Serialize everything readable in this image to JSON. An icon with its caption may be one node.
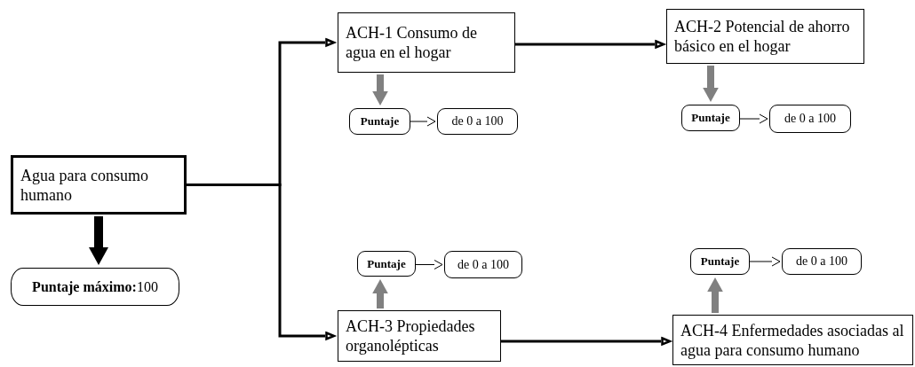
{
  "diagram": {
    "nodes": [
      {
        "text": [
          "Agua para consumo humano"
        ]
      },
      {
        "text": [
          "**Puntaje máximo:**100"
        ]
      },
      {
        "text": [
          "ACH-1 Consumo de agua en el hogar"
        ]
      },
      {
        "text": [
          "Puntaje"
        ]
      },
      {
        "text": [
          "de 0 a 100"
        ]
      },
      {
        "text": [
          "ACH-2 Potencial de ahorro básico en el hogar"
        ]
      },
      {
        "text": [
          "Puntaje"
        ]
      },
      {
        "text": [
          "de 0 a 100"
        ]
      },
      {
        "text": [
          "Puntaje"
        ]
      },
      {
        "text": [
          "de 0 a 100"
        ]
      },
      {
        "text": [
          "ACH-3 Propiedades organolépticas"
        ]
      },
      {
        "text": [
          "Puntaje"
        ]
      },
      {
        "text": [
          "de 0 a 100"
        ]
      },
      {
        "text": [
          "ACH-4 Enfermedades asociadas al agua para consumo humano"
        ]
      }
    ],
    "edges": [
      {
        "from": 0,
        "to": 1,
        "arrow": "to",
        "style": "thick"
      },
      {
        "from": 0,
        "to": 2,
        "arrow": "to"
      },
      {
        "from": 0,
        "to": 10,
        "arrow": "to"
      },
      {
        "from": 2,
        "to": 5,
        "arrow": "to"
      },
      {
        "from": 10,
        "to": 13,
        "arrow": "to"
      },
      {
        "from": 2,
        "to": 3,
        "arrow": "to",
        "style": "thick",
        "color": "#808080"
      },
      {
        "from": 5,
        "to": 6,
        "arrow": "to",
        "style": "thick",
        "color": "#808080"
      },
      {
        "from": 10,
        "to": 8,
        "arrow": "to",
        "style": "thick",
        "color": "#808080"
      },
      {
        "from": 13,
        "to": 11,
        "arrow": "to",
        "style": "thick",
        "color": "#808080"
      },
      {
        "from": 3,
        "to": 4,
        "arrow": "to"
      },
      {
        "from": 6,
        "to": 7,
        "arrow": "to"
      },
      {
        "from": 8,
        "to": 9,
        "arrow": "to"
      },
      {
        "from": 11,
        "to": 12,
        "arrow": "to"
      }
    ]
  }
}
